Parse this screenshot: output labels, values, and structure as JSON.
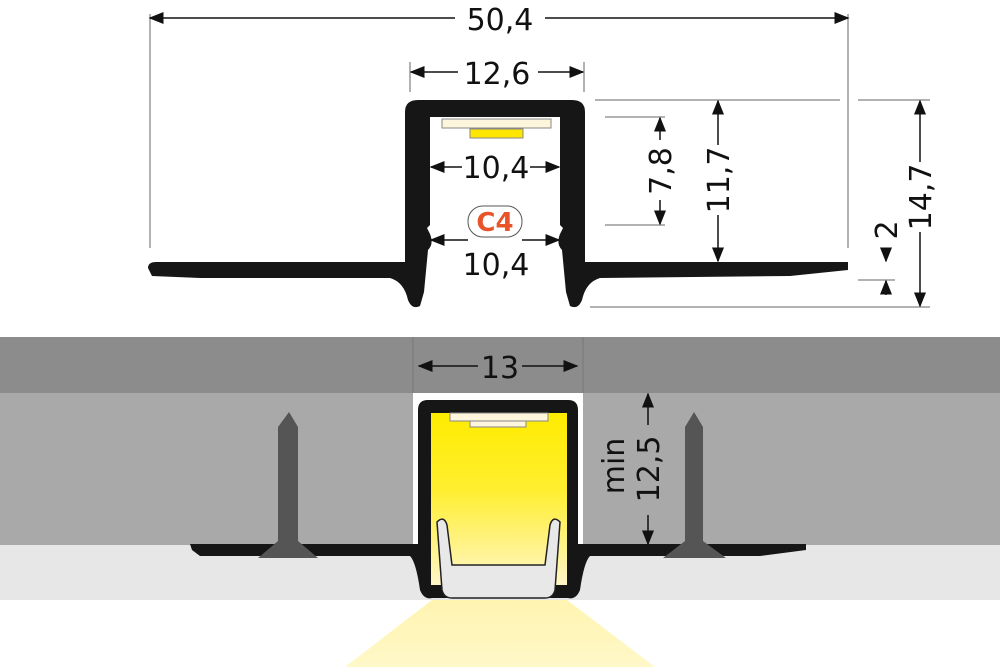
{
  "dimensions": {
    "overall_width": "50,4",
    "outer_width": "12,6",
    "inner_width_top": "10,4",
    "inner_width_bottom": "10,4",
    "led_depth": "7,8",
    "inner_height": "11,7",
    "flange_thickness": "2",
    "total_height": "14,7",
    "cutout_width": "13",
    "min_depth_label": "min",
    "min_depth": "12,5"
  },
  "diffuser_code": "C4",
  "colors": {
    "profile": "#161616",
    "diffuser_code": "#e8532a",
    "light": "#ffec00",
    "ceiling_dark": "#8c8c8c",
    "ceiling_light": "#a9a9a9",
    "plaster": "#e7e7e7",
    "screw": "#555555"
  }
}
